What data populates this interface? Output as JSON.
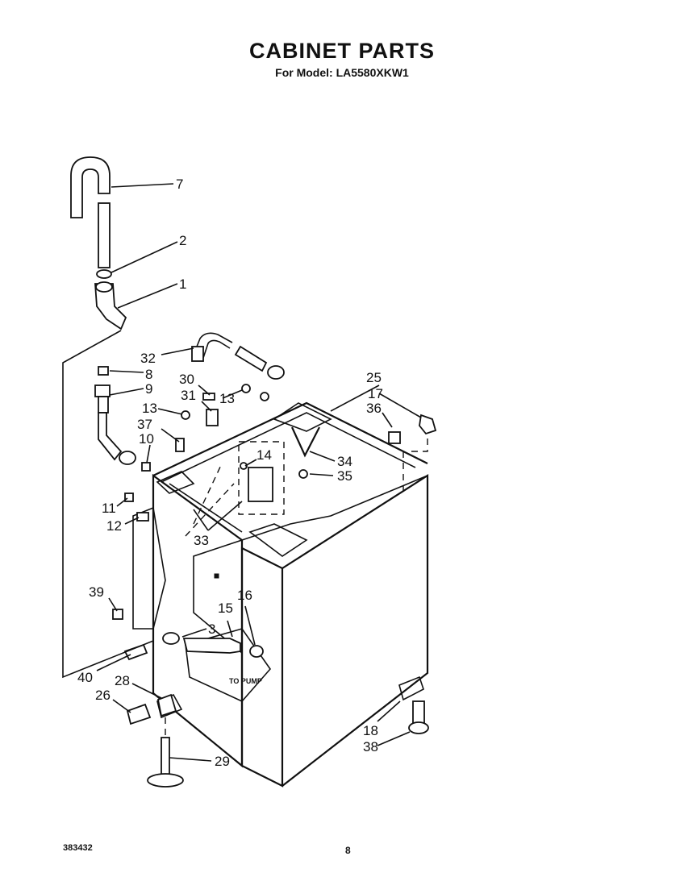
{
  "header": {
    "title": "CABINET PARTS",
    "subtitle": "For Model: LA5580XKW1"
  },
  "footer": {
    "doc_number": "383432",
    "page_number": "8"
  },
  "diagram": {
    "inline_label": "TO PUMP",
    "callouts": [
      "7",
      "2",
      "1",
      "32",
      "8",
      "9",
      "30",
      "31",
      "13",
      "13",
      "37",
      "10",
      "11",
      "12",
      "14",
      "33",
      "25",
      "17",
      "36",
      "34",
      "35",
      "39",
      "15",
      "16",
      "3",
      "40",
      "28",
      "26",
      "29",
      "18",
      "38"
    ]
  }
}
